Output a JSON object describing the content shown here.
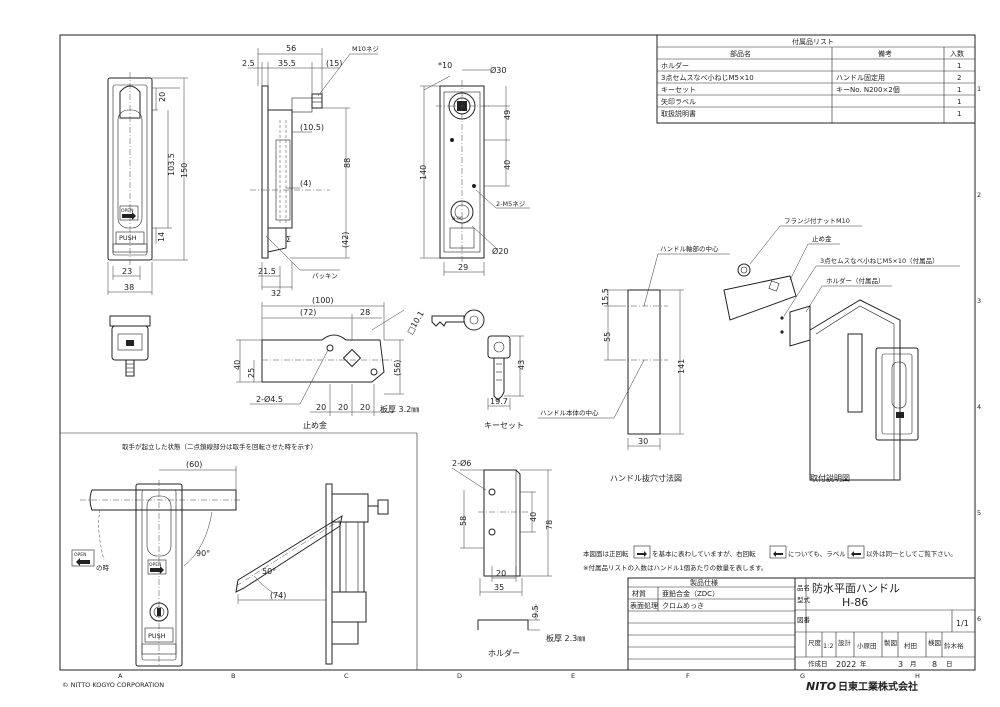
{
  "border": {
    "cols": [
      "A",
      "B",
      "C",
      "D",
      "E",
      "F",
      "G",
      "H"
    ],
    "rows": [
      "1",
      "2",
      "3",
      "4",
      "5",
      "6"
    ]
  },
  "parts_list": {
    "title": "付属品リスト",
    "headers": [
      "部品名",
      "備考",
      "入数"
    ],
    "rows": [
      {
        "name": "ホルダー",
        "note": "",
        "qty": "1"
      },
      {
        "name": "3点セムスなべ小ねじM5×10",
        "note": "ハンドル固定用",
        "qty": "2"
      },
      {
        "name": "キーセット",
        "note": "キーNo. N200×2個",
        "qty": "1"
      },
      {
        "name": "矢印ラベル",
        "note": "",
        "qty": "1"
      },
      {
        "name": "取扱説明書",
        "note": "",
        "qty": "1"
      }
    ]
  },
  "front_view": {
    "dims": {
      "h20": "20",
      "h103": "103.5",
      "h150": "150",
      "h14": "14",
      "w23": "23",
      "w38": "38"
    },
    "label_open": "OPEN",
    "label_push": "PUSH"
  },
  "side_view": {
    "dims": {
      "w56": "56",
      "w2_5": "2.5",
      "w35_5": "35.5",
      "w15": "(15)",
      "d10_5": "(10.5)",
      "d4": "(4)",
      "h88": "88",
      "h42": "(42)",
      "w21_5": "21.5",
      "w32": "32"
    },
    "callout_thread": "M10ネジ",
    "callout_packing": "パッキン"
  },
  "rear_view": {
    "dims": {
      "angle": "*10",
      "d30": "Ø30",
      "h49": "49",
      "h40": "40",
      "h140": "140",
      "d20": "Ø20",
      "w29": "29"
    },
    "callout_screw": "2-M5ネジ",
    "key_label": "N-00"
  },
  "stopper": {
    "dims": {
      "w100": "(100)",
      "w72": "(72)",
      "w28": "28",
      "h40": "40",
      "h25": "25",
      "h56": "(56)",
      "w20a": "20",
      "w20b": "20",
      "w20c": "20",
      "d10_1": "□10.1"
    },
    "callout_holes": "2-Ø4.5",
    "thickness": "板厚 3.2㎜",
    "name": "止め金"
  },
  "key_set": {
    "dims": {
      "h43": "43",
      "w19_7": "19.7"
    },
    "name": "キーセット"
  },
  "cutout": {
    "dims": {
      "h15_5": "15.5",
      "h55": "55",
      "h141": "141",
      "w30": "30"
    },
    "callout_axis": "ハンドル軸部の中心",
    "callout_body": "ハンドル本体の中心",
    "name": "ハンドル抜穴寸法図"
  },
  "mounting": {
    "callout_nut": "フランジ付ナットM10",
    "callout_stop": "止め金",
    "callout_screw": "3点セムスなべ小ねじM5×10（付属品）",
    "callout_holder": "ホルダー（付属品）",
    "name": "取付説明図"
  },
  "raised_view": {
    "title": "取手が起立した状態（二点鎖線部分は取手を回転させた時を示す）",
    "dims": {
      "w60": "(60)",
      "a90": "90°",
      "a50": "50°",
      "w74": "(74)"
    },
    "label_open": "OPEN",
    "label_case": "の時",
    "label_push": "PUSH"
  },
  "holder": {
    "dims": {
      "holes": "2-Ø6",
      "h58": "58",
      "h40": "40",
      "h78": "78",
      "w20": "20",
      "w35": "35",
      "h9_5": "9.5"
    },
    "thickness": "板厚 2.3㎜",
    "name": "ホルダー"
  },
  "notes": {
    "line1a": "本図面は正回転",
    "line1b": "を基本に表わしていますが、右回転",
    "line1c": "についても、ラベル",
    "line1d": "以外は同一としてご覧下さい。",
    "line2": "※付属品リストの入数はハンドル1個あたりの数量を表します。"
  },
  "title_block": {
    "spec_title": "製品仕様",
    "material_label": "材質",
    "material_value": "亜鉛合金（ZDC）",
    "finish_label": "表面処理",
    "finish_value": "クロムめっき",
    "name_label": "品名",
    "product_name": "防水平面ハンドル",
    "model_label": "型式",
    "model": "H-86",
    "sheet": "1/1",
    "scale_label": "尺度",
    "scale_value": "1:2",
    "design_label": "設計",
    "designer": "小原田",
    "drawn_label": "製図",
    "drawer": "村田",
    "check_label": "検図",
    "checker": "鈴木裕",
    "date_label": "作成日",
    "date_year": "2022",
    "date_month": "3",
    "date_day": "8",
    "unit_year": "年",
    "unit_month": "月",
    "unit_day": "日",
    "doc_label": "図番"
  },
  "copyright": "© NITTO KOGYO CORPORATION",
  "company": "日東工業株式会社",
  "company_logo": "NITO"
}
